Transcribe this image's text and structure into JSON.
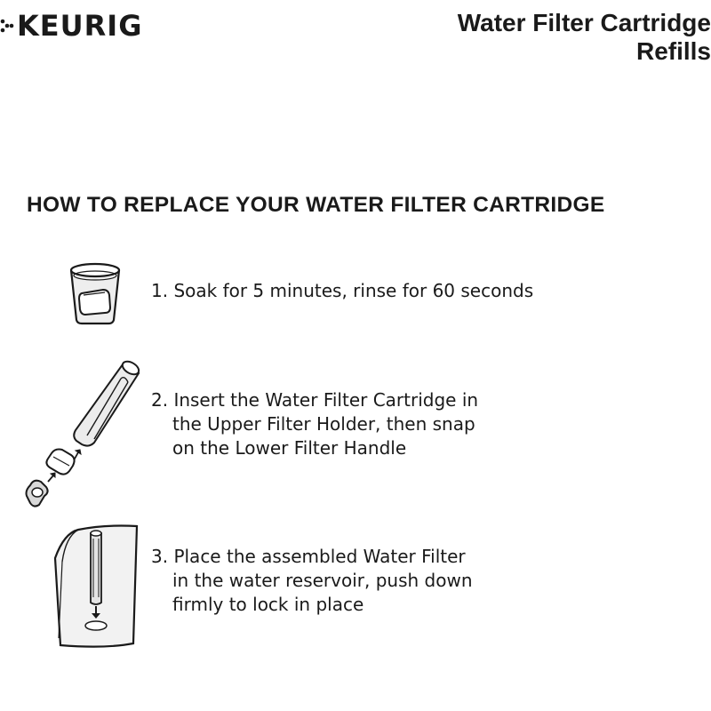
{
  "brand": {
    "logo_text": "KEURIG"
  },
  "document": {
    "title_line1": "Water Filter Cartridge",
    "title_line2": "Refills"
  },
  "section": {
    "heading": "HOW TO REPLACE YOUR WATER FILTER CARTRIDGE"
  },
  "steps": [
    {
      "lines": [
        "1. Soak for 5 minutes, rinse for 60 seconds"
      ],
      "icon": "cup-with-cartridge-icon"
    },
    {
      "lines": [
        "2. Insert the Water Filter Cartridge in",
        "the Upper Filter Holder, then snap",
        "on the Lower Filter Handle"
      ],
      "icon": "filter-assembly-icon"
    },
    {
      "lines": [
        "3. Place the assembled Water Filter",
        "in the water reservoir, push down",
        "firmly to lock in place"
      ],
      "icon": "reservoir-icon"
    }
  ]
}
